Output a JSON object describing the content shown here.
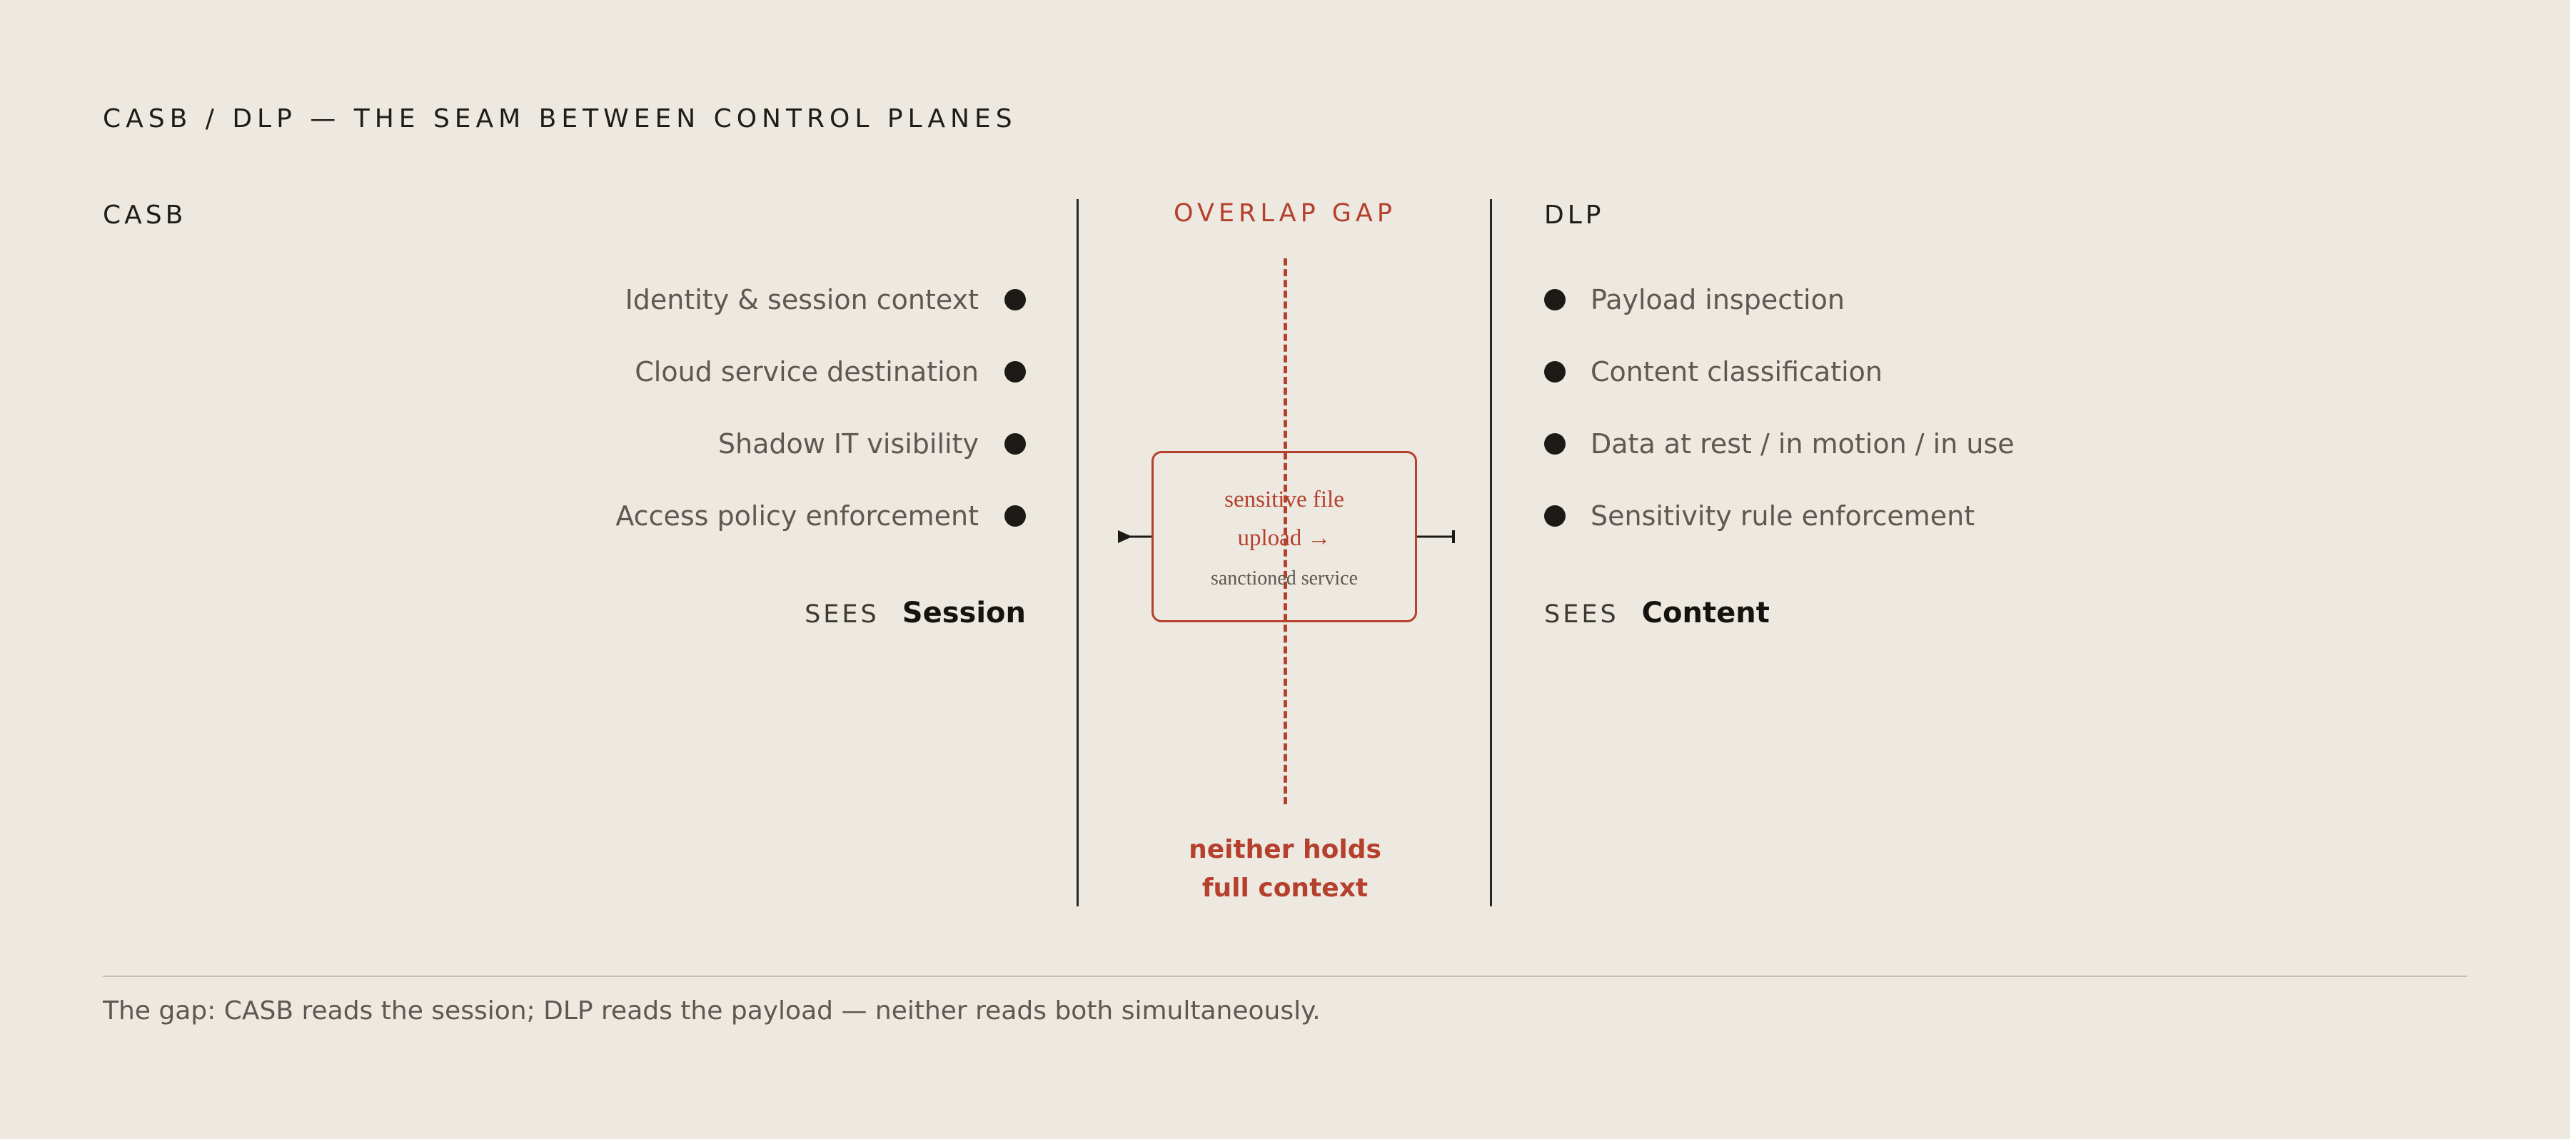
{
  "title": "CASB / DLP — THE SEAM BETWEEN CONTROL PLANES",
  "casb": {
    "heading": "CASB",
    "items": [
      "Identity & session context",
      "Cloud service destination",
      "Shadow IT visibility",
      "Access policy enforcement"
    ],
    "sees_label": "SEES",
    "sees_value": "Session"
  },
  "dlp": {
    "heading": "DLP",
    "items": [
      "Payload inspection",
      "Content classification",
      "Data at rest / in motion / in use",
      "Sensitivity rule enforcement"
    ],
    "sees_label": "SEES",
    "sees_value": "Content"
  },
  "gap": {
    "heading": "OVERLAP GAP",
    "box_line1": "sensitive file",
    "box_line2": "upload →",
    "box_line3": "sanctioned service",
    "note_line1": "neither holds",
    "note_line2": "full context"
  },
  "footer": "The gap: CASB reads the session; DLP reads the payload — neither reads both simultaneously.",
  "colors": {
    "background": "#ede8e0",
    "accent": "#b5402d",
    "ink": "#1c1a17",
    "muted_text": "#5d5851"
  }
}
